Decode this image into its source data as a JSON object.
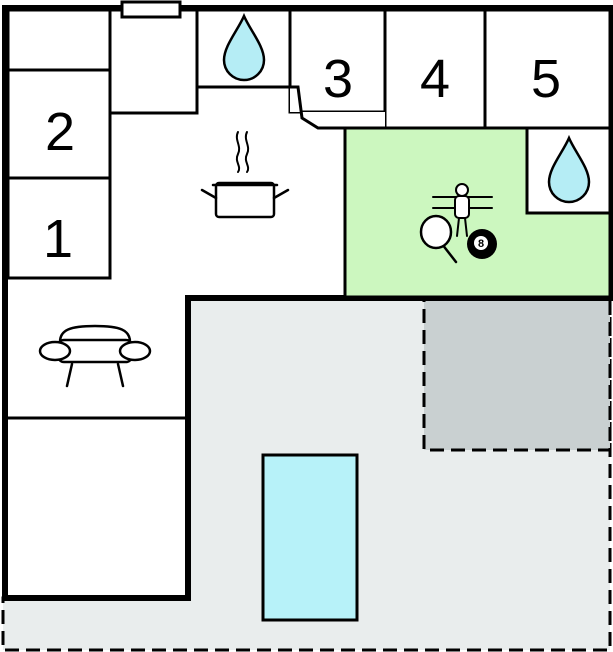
{
  "rooms": {
    "room_1": {
      "number": "1"
    },
    "room_2": {
      "number": "2"
    },
    "room_3": {
      "number": "3"
    },
    "room_4": {
      "number": "4"
    },
    "room_5": {
      "number": "5"
    }
  },
  "game_room": {
    "ball_number": "8"
  },
  "icons": {
    "kitchen": "cooking-pot-icon",
    "living": "sofa-icon",
    "bathroom": "water-drop-icon",
    "game_room": [
      "table-tennis-icon",
      "table-football-icon",
      "billiard-ball-icon"
    ]
  },
  "colors": {
    "wall": "#000000",
    "room_fill": "#ffffff",
    "game_room_fill": "#ccf7bf",
    "terrace_fill": "#e9eded",
    "covered_area_fill": "#c9d0d1",
    "pool_fill": "#b7f2f9",
    "water_drop_fill": "#b5edf5"
  }
}
